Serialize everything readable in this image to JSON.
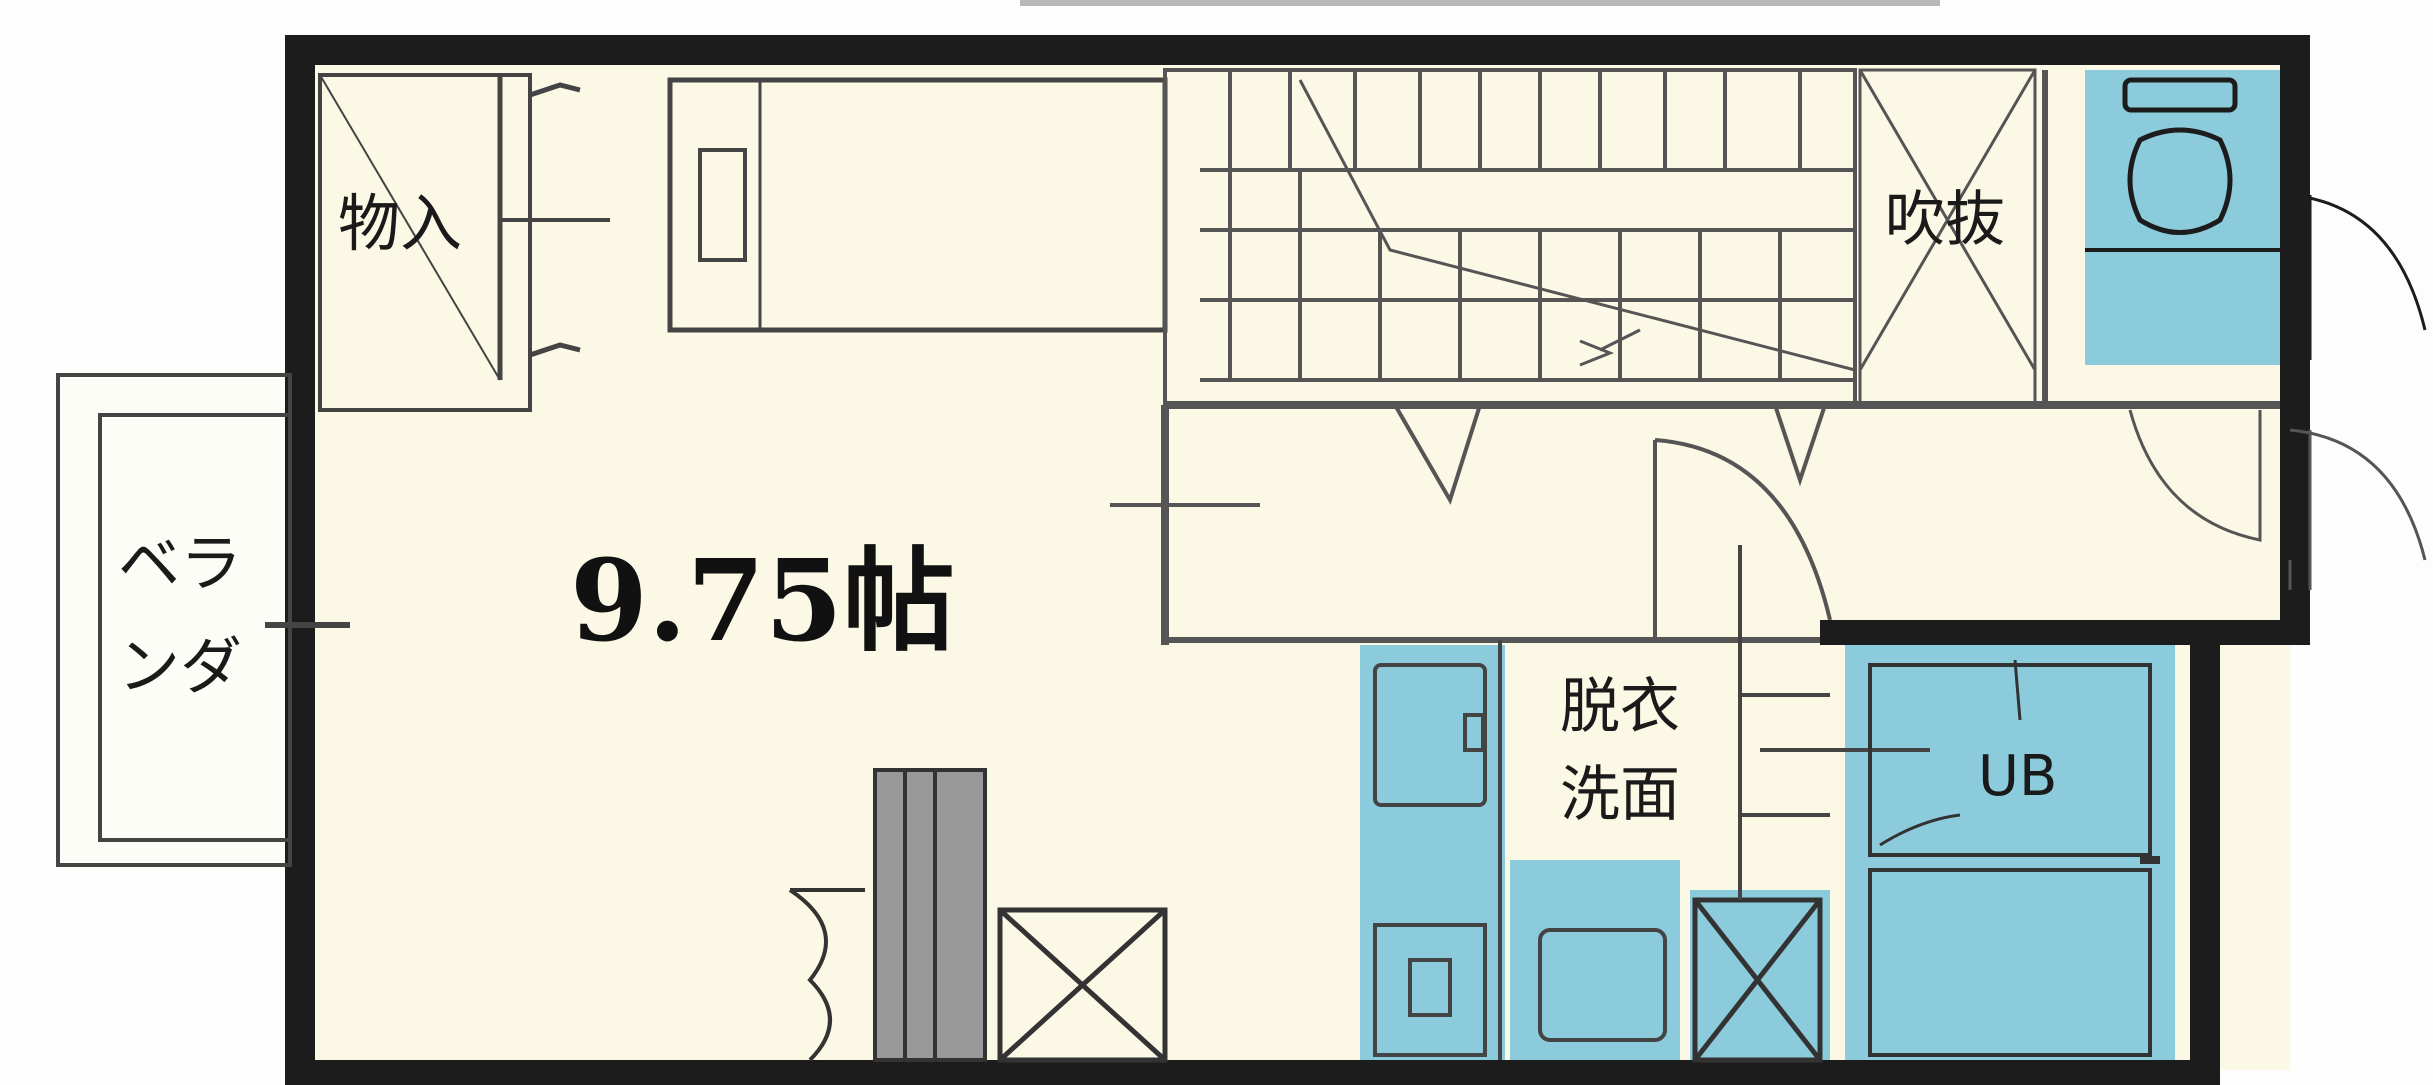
{
  "plan": {
    "area": "9.75帖",
    "rooms": {
      "storage": "物入",
      "balcony_line1": "ベラ",
      "balcony_line2": "ンダ",
      "void": "吹抜",
      "dressing_line1": "脱衣",
      "dressing_line2": "洗面",
      "bath": "UB"
    }
  },
  "colors": {
    "floor": "#fbf8e6",
    "wet_area": "#8ccbdc",
    "wall": "#1c1c1c",
    "line": "#333333"
  },
  "icons": [
    "stair-icon",
    "toilet-icon",
    "door-swing-icon",
    "kitchen-sink-icon",
    "refrigerator-space-icon",
    "washer-space-icon",
    "bathtub-icon",
    "closet-icon"
  ]
}
